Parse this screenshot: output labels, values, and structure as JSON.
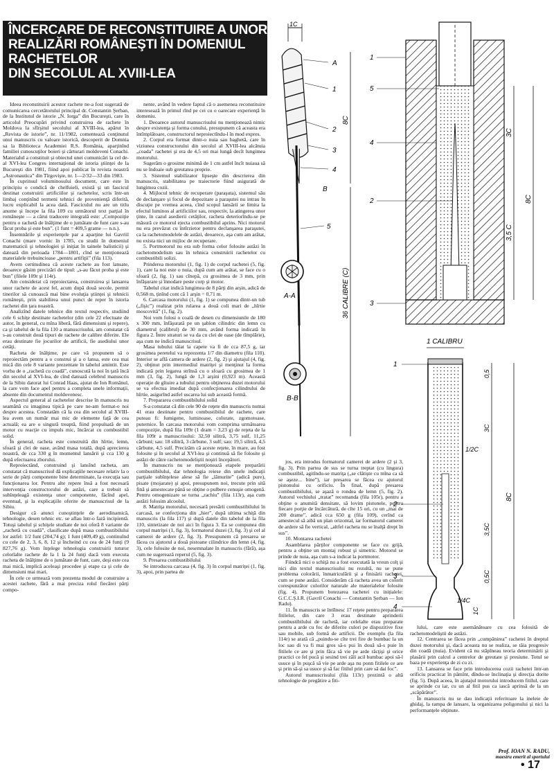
{
  "title": {
    "lines": [
      "ÎNCERCARE DE RECONSTITUIRE A UNOR",
      "REALIZĂRI ROMÂNEŞTI ÎN DOMENIUL",
      "RACHETELOR",
      "DIN SECOLUL AL XVIII-lea"
    ]
  },
  "columns": {
    "col1": [
      "Ideea reconstituirii acestor rachete ne-a fost sugerată de comunicarea cercetătorului principal dr. Constantin Şerban, de la Institutul de istorie „N. Iorga” din Bucureşti, care în articolul Preocupări privind construirea de rachete în Moldova la sfîrşitul secolului al XVIII-lea, apărut în „Revista de istorie”, nr. 11/1982, comentează conţinutul unui manuscris cu valoare istorică, descoperit de Domnia sa la Biblioteca Academiei R.S. România, aparţinînd familiei cunoscuţilor boieri şi cărturari moldoveni Conachi. Materialul a constituit şi obiectul unei comunicări la cel de-al XVI-lea Congres internaţional de istoria ştiinţei de la Bucureşti din 1981, fiind apoi publicat în revista noastră „Astronautica” din Tîrgovişte, nr. 1—2/32—33 din 1983.",
      "În cuprinsul voluminosului document, care este în principiu o condică de chelfuieli, există şi un fascicul destinat construirii artificiilor şi rachetelor, scris într-un limbaj conţinînd termeni tehnici de provenienţă diferită, lucru explicabil la acea dată. Fasciculul nu are un titlu anume şi începe la fila 109 cu următorul text parţial în româneşte — a cărui traducere integrală este: „Compoziţie pentru o rachetă de înălţime de o jumătate de funt care s-au făcut proba şi este bun”. (1 funt = 409,5 grame — n.n.).",
      "Însemnările şi experienţele par a aparţine lui Gavriil Conachi (mare vornic în 1785, cu studii în domeniul matematicii şi tehnologiei şi iniţiat în tainele balisticii) şi datează din perioada 1784—1801, cînd se menţionează materialele trebuincioase „pentru artifiţii” (fila 113).",
      "Avem certitudinea că aceste rachete au fost lansate, deoarece găsim precizări de tipul: „s-au făcut proba şi este bun” (filele 109r şi 114r).",
      "Am considerat că reproiectarea, construirea şi lansarea unor rachete de acest fel, acum după două secole, permit tinerilor să cunoască mai bine evoluţia ştiinţei şi tehnicii româneşti, prin stabilirea unui punct de reper în istoria rachetei din ţara noastră.",
      "Analizînd datele tehnice din textul respectiv, studiind cele 6 schiţe destinate rachetelor (din cele 22 efectuate de autor, în general, cu mîna liberă, fără dimensiuni şi repere), ca şi tabelul de la fila 110 a manuscrisului, am constatat că s-au construit două tipuri de rachete de calibre diferite. Ele erau destinate fie jocurilor de artificii, fie asediului unor cetăţi.",
      "Racheta de înălţime, pe care vă propunem să o reproiectăm pentru a o construi şi a o lansa, este cea mai mică din cele 8 variante prezentate în tabelul amintit. Este vorba de o „rachetă cu coadă”, cunoscută la noi în ţară încă din secolul al XVI-lea, de cînd datează celebrul manuscris de la Sibiu datorat lui Conrad Haas, ajutat de Ion Românul, la care vom face apel pentru a completa unele informaţii, absente din documentul moldovenesc.",
      "Aspectul general al rachetelor descrise în manuscris nu seamănă cu imaginea tipică pe care ne-am format-o noi despre acestea. Constatăm că la cea din secolul al XVIII-lea avem un număr mai mic de elemente faţă de cea actuală; ea are o singură treaptă, fiind propulsată de un motor cu reacţie cu impuls mic, încărcat cu combustibil solid.",
      "În general, racheta este construită din hîrtie, lemn, sfoară şi clei de oase, având masa totală, după aprecierea noastră, de cca 330 g în momentul lansării şi cca 130 g după efectuarea zborului.",
      "Reproiectând, construind şi lansînd racheta, am constatat că manuscrisul dă explicaţiile necesare relativ la o serie de părţi componente bine determinate, la execuţia sau funcţionarea lor. Pentru alte repere însă a fost necesară intervenţia constructorului de astăzi, care a trebuit să subînţeleagă existenţa unor componente, făcînd apel, eventual, şi la explicaţiile oferite de manuscrisul de la Sibiu.",
      "Desigur că atunci cunoştinţele de aerodinamică, tehnologie, desen tehnic etc. se aflau într-o fază incipientă. Totuşi tabelul şi schiţele studiate de noi oferă 8 variante de „rachetă cu coadă”, clasificate după masa combustibilului lor astfel: 1/2 funt (204,74 g); 1 funt (409,49 g), continuînd cu cele de 2, 3, 6, 8, 12 şi încheind cu cea de 24 funţi (9 827,76 g). Vom înţelege tehnologia construirii tuturor celorlalte rachete de la 1 la 24 funţi dacă vom executa racheta de înălţime de o jumătate de funt, care, deşi este cea mai mică, implică aceleaşi procedee şi etape ca şi cele de dimensiuni mai mari.",
      "În cele ce urmează vom prezenta modul de construire a acestei rachete, fără a mai preciza rolul fiecărei părţi compo-"
    ],
    "col2": [
      "nente, având în vedere faptul că o asemenea reconstituire interesează în primul rînd pe cei cu o oarecare experienţă în domeniu.",
      "1. Deoarece autorul manuscrisului nu menţionează nimic despre existenţa şi forma conului, presupunem că aceasta era întîmplătoare, constructorul neproiectîndu-l în mod expres.",
      "2. Corpul era format dintr-o nuia sau baghetă, care în viziunea constructorului din secolul al XVIII-lea alcătuia „coada” rachetei şi era de 4,5 ori mai lungă decît lungimea motorului.",
      "Sugerăm o grosime minimă de 1 cm astfel încît nuiaua să nu se îndoaie sub greutatea proprie.",
      "3. Sistemul stabilizator lipseşte din descrierea din manuscris, stabilitatea pe traiectorie fiind asigurată de lungimea cozii.",
      "4. Mijlocul tehnic de recuperare (paraşuta), sistemul său de declanşare şi focul de depozitare a paraşutei nu intrau în discuţie pe vremea aceea, cînd scopul lansării se limita la efectul luminos al artificiilor sau, respectiv, la atingerea unor ţinte, în cazul asedierii cetăţilor, racheta deteriorîndu-se pe măsură ce motorul ejecta combustibilul aprins. Nici motorul nu era prevăzut cu întîrzietor pentru declanşarea paraşutei, ca la rachetomodelele de astăzi, deoarece, aşa cum am arătat, nu exista nici un mijloc de recuperare.",
      "5. Portmotorul nu era sub forma celor folosite astăzi în rachetomodelism sau în tehnica construirii rachetelor cu combustibili solizi.",
      "Prinderea motorului (1, fig. 1) de corpul rachetei (5, fig. 1), care la noi este o nuia, după cum am arătat, se face cu o sfoară (2, fig. 1) sau cînepă, cu grosimea de 3 mm, prin înfăşurare şi înnodare peste corp şi motor.",
      "Tabelul citat indică lungimea de 8 părţi din arşin, adică de 0,568 m, ţinînd cont că 1 arşin = 0,71 m.",
      "6. Carcasa motorului (1, fig. 1) se compunea dintr-un tub („fişic”) realizat prin rularea a două coli mari de „hîrtie moscovită” (1, fig. 2).",
      "Noi vom folosi o coală de desen cu dimensiunile de 180 x 300 mm, înfăşurată pe un şablon cilindric din lemn cu diametrul (calibrul) de 30 mm, având forma indicată în figura 2. Între straturi se va da cu clei de oase (de tîmplărie), aşa cum ne indică manuscrisul.",
      "Masa tubului tăiat la capete va fi de cca 87,5 g, iar grosimea peretelui va reprezenta 1/7 din diametru (fila 110). Interior se află camera de ardere (2, fig. 2) şi ajutajul (4, fig. 2), obţinut prin intermediul matriţei şi menţinut la forma indicată prin legarea strînsă cu o sfoară cu grosimea de 1 mm (3, fig. 2), lungă de 1,3 arşini (0,923 m). Această operaţie de gîtuire a tubului pentru obţinerea duzei motorului se va efectua imediat după confecţionarea cilindrului de hîrtie, asigurînd astfel uscarea lui sub această formă.",
      "7. Prepararea combustibilului solid",
      "S-a constatat că din cele 90 de reţete din manuscris numai 41 erau destinate pentru combustibilul de rachete, care puteau fi: fumigene, luminoase, colorate, zgomotoase, puternice. În carcasa motorului vom comprima următoarea compoziţie, după fila 109r (1 dram = 3,23 g) de reţeta de la fila 109r a manuscrisului: 32,50 silitră, 3,75 sulf, 11,25 cărbuni; sau: 18 silitră, 3 cărbune, 3 sulf; sau: 19,5 silitră, 4,5 cărbune, 4,5 sulf. Precizăm că aceste reţete, în mare, au fost folosite şi în secolul al XVI-lea şi continuă să fie folosite şi astăzi de către rachetomodeliştii noştri începători.",
      "În manuscris nu se menţionează etapele preparării combustibilului, dar tehnologia reiese din unele indicaţii parţiale subînţelese alese să fie „lămurite” (adică pure), pisate (mojarate) şi apoi, presupunem noi, trecute prin sită fină şi amestecate până se obţine o pulbere cenuşie omogenă. Pentru omogenizare se turna „rachiu” (fila 113r), aşa cum astăzi folosim alcoolul.",
      "8. Matriţa motorului, necesară presării combustibilului în carcasă, se confecţiona din „hier”, după ultima schiţă din manuscris (la fila 117) şi după datele din tabelul de la fila 110, sintetizate de noi aici în figura 3. Ea se compunea din corpul matriţei (1, fig. 3), formatorul duzei (3, fig. 3) şi cel al camerei de ardere (2, fig. 3). Presupunem că presarea se făcea cu ajutorul a două pistoane cilindrice din lemn (4, fig. 3), cele folosite de noi, nesemnalate în manuscris (fără), aşa cum ne sugerează reperul (5, fig. 3).",
      "9. Presarea combustibilului",
      "Se introducea carcasa (4, fig. 3) în corpul matriţei (1, fig. 3), apoi, prin partea de"
    ],
    "col3": [
      "jos, era introdus formatorul camerei de ardere (2 şi 3, fig. 3). Prin partea de sus se turna treptat (cu lingura) combustibil, agitîndu-se matriţa („se clătişte cu mîna ca să se aşeze... bine”), iar presarea se făcea cu ajutorul pistonului cu orificiu. În final, după presarea combustibilului, se aşază o rondea de lemn (5, fig. 2). Autorul vechiului „tratat” recomanda (fila 105r), pentru a obţine o anumită densitate, să lovim pistonele, pentru fiecare porţie de încărcătură, de cîte 15 ori, cu un „mai de 200 drame”, adică cca 650 g (fila 109), cerînd ca amestecul să aibă un plan orizontal, iar formatorul camerei de ardere să fie vertical, „altfel racheta nu se înalţă drept în sus”.",
      "10. Montarea rachetei",
      "Asamblarea părţilor componente se face cu grijă, pentru a obţine un montaj robust şi simetric. Motorul se prinde de nuia, aşa cum s-a indicat la portmotor.",
      "Fiindcă nici o schiţă nu a fost executată la vreun colţ şi nici din textul manuscrisului nu rezultă, nu se pune problema colorării, înmatriculării şi a finisării rachetei, cum se pune astăzi. Considerăm că racheta avea un colorit corespunzător culorilor naturale ale materialelor folosite (fig. 4). Propunem botezarea rachetei cu iniţialele: G.C.C.Ş.I.R. (Gavril Conachi — Constantin Şerban — Ion Radu).",
      "11. În manuscris se întîlnesc 17 reţete pentru prepararea fitilelor, din care 3 erau destinate aprinderii combustibilului de rachetă, iar celelalte erau preparate pentru a arde cu foc de diferite culori pe dispozitive fixe sau mobile, sub formă de artificii. De exemplu (la fila 114r) se arată că „puindu-se cîte trei fire de bumbac la un loc sau di va fi mai gros să-s pui în două să-s puie în fitilele ce are şi prin făca să vie pe arde răcţişi şi orice practici ce fel pucă şi sesind trei zăli acil bumbac apoi să-l usuce şi în puşcă să vie pe arde aşa nu ponn fitilele ce are şi prin să-şi sa usuce şi să fac fitilul prin care să dai foc”.",
      "Autorul manuscrisului (fila 113r) prezintă o altă tehnologie de pregătire a fiti-"
    ],
    "col4": [
      "lului, care este asemănătoare cu cea folosită de rachetomodeliştii de astăzi.",
      "12. Centrarea se făcea prin „cumpănirea” rachetei în dreptul duzei motorului şi, dacă aceasta nu se realiza, se tăia progresiv din coadă (nuia). Evident că nu stăpîneau teoria determinării şi plasării prin calcul a centrelor de greutate şi presiune. Totul se baza pe experienţa de zi cu zi.",
      "13. Lansarea se face prin introducerea cozii rachetei într-un orificiu practicat în pămînt, dîndu-se înclinaţia şi direcţia dorite (fig. 5). După aceea, în ajutajul motorului introducem fitilul, care se aprinde cu iar, cu un al fitil pus ca iască aprinsă de la un „scăpărător”.",
      "În manuscris nu se dau indicaţii referitoare la ineleie de ghidaj, la rampa de lansare, la organizarea poligonului şi nici la performanţele obţinute."
    ]
  },
  "signature": {
    "name": "Prof. IOAN N. RADU,",
    "role": "maestru emerit al sportului"
  },
  "page_number": "• 17",
  "figures": {
    "fig1": {
      "dim_top": "1C",
      "callouts": [
        "A",
        "1",
        "2",
        "3",
        "4",
        "B",
        "5"
      ],
      "dim_8c": "8C",
      "dim_36": "36 CALIBRE (C)",
      "section_aa": "A-A",
      "section_bb": "B-B"
    },
    "fig3": {
      "callouts": [
        "1",
        "5",
        "4",
        "2",
        "3"
      ],
      "dim_3c": "3C",
      "dim_35c": "3,5 C",
      "dim_8c": "8C"
    },
    "fig2": {
      "top": "1 CALIBRU",
      "callouts": [
        "1",
        "2",
        "3",
        "4"
      ],
      "dims": [
        "0,5",
        "3C",
        "1/2C",
        "3,5C",
        "0,5C",
        "1C",
        "1/4C",
        "8C"
      ]
    }
  }
}
